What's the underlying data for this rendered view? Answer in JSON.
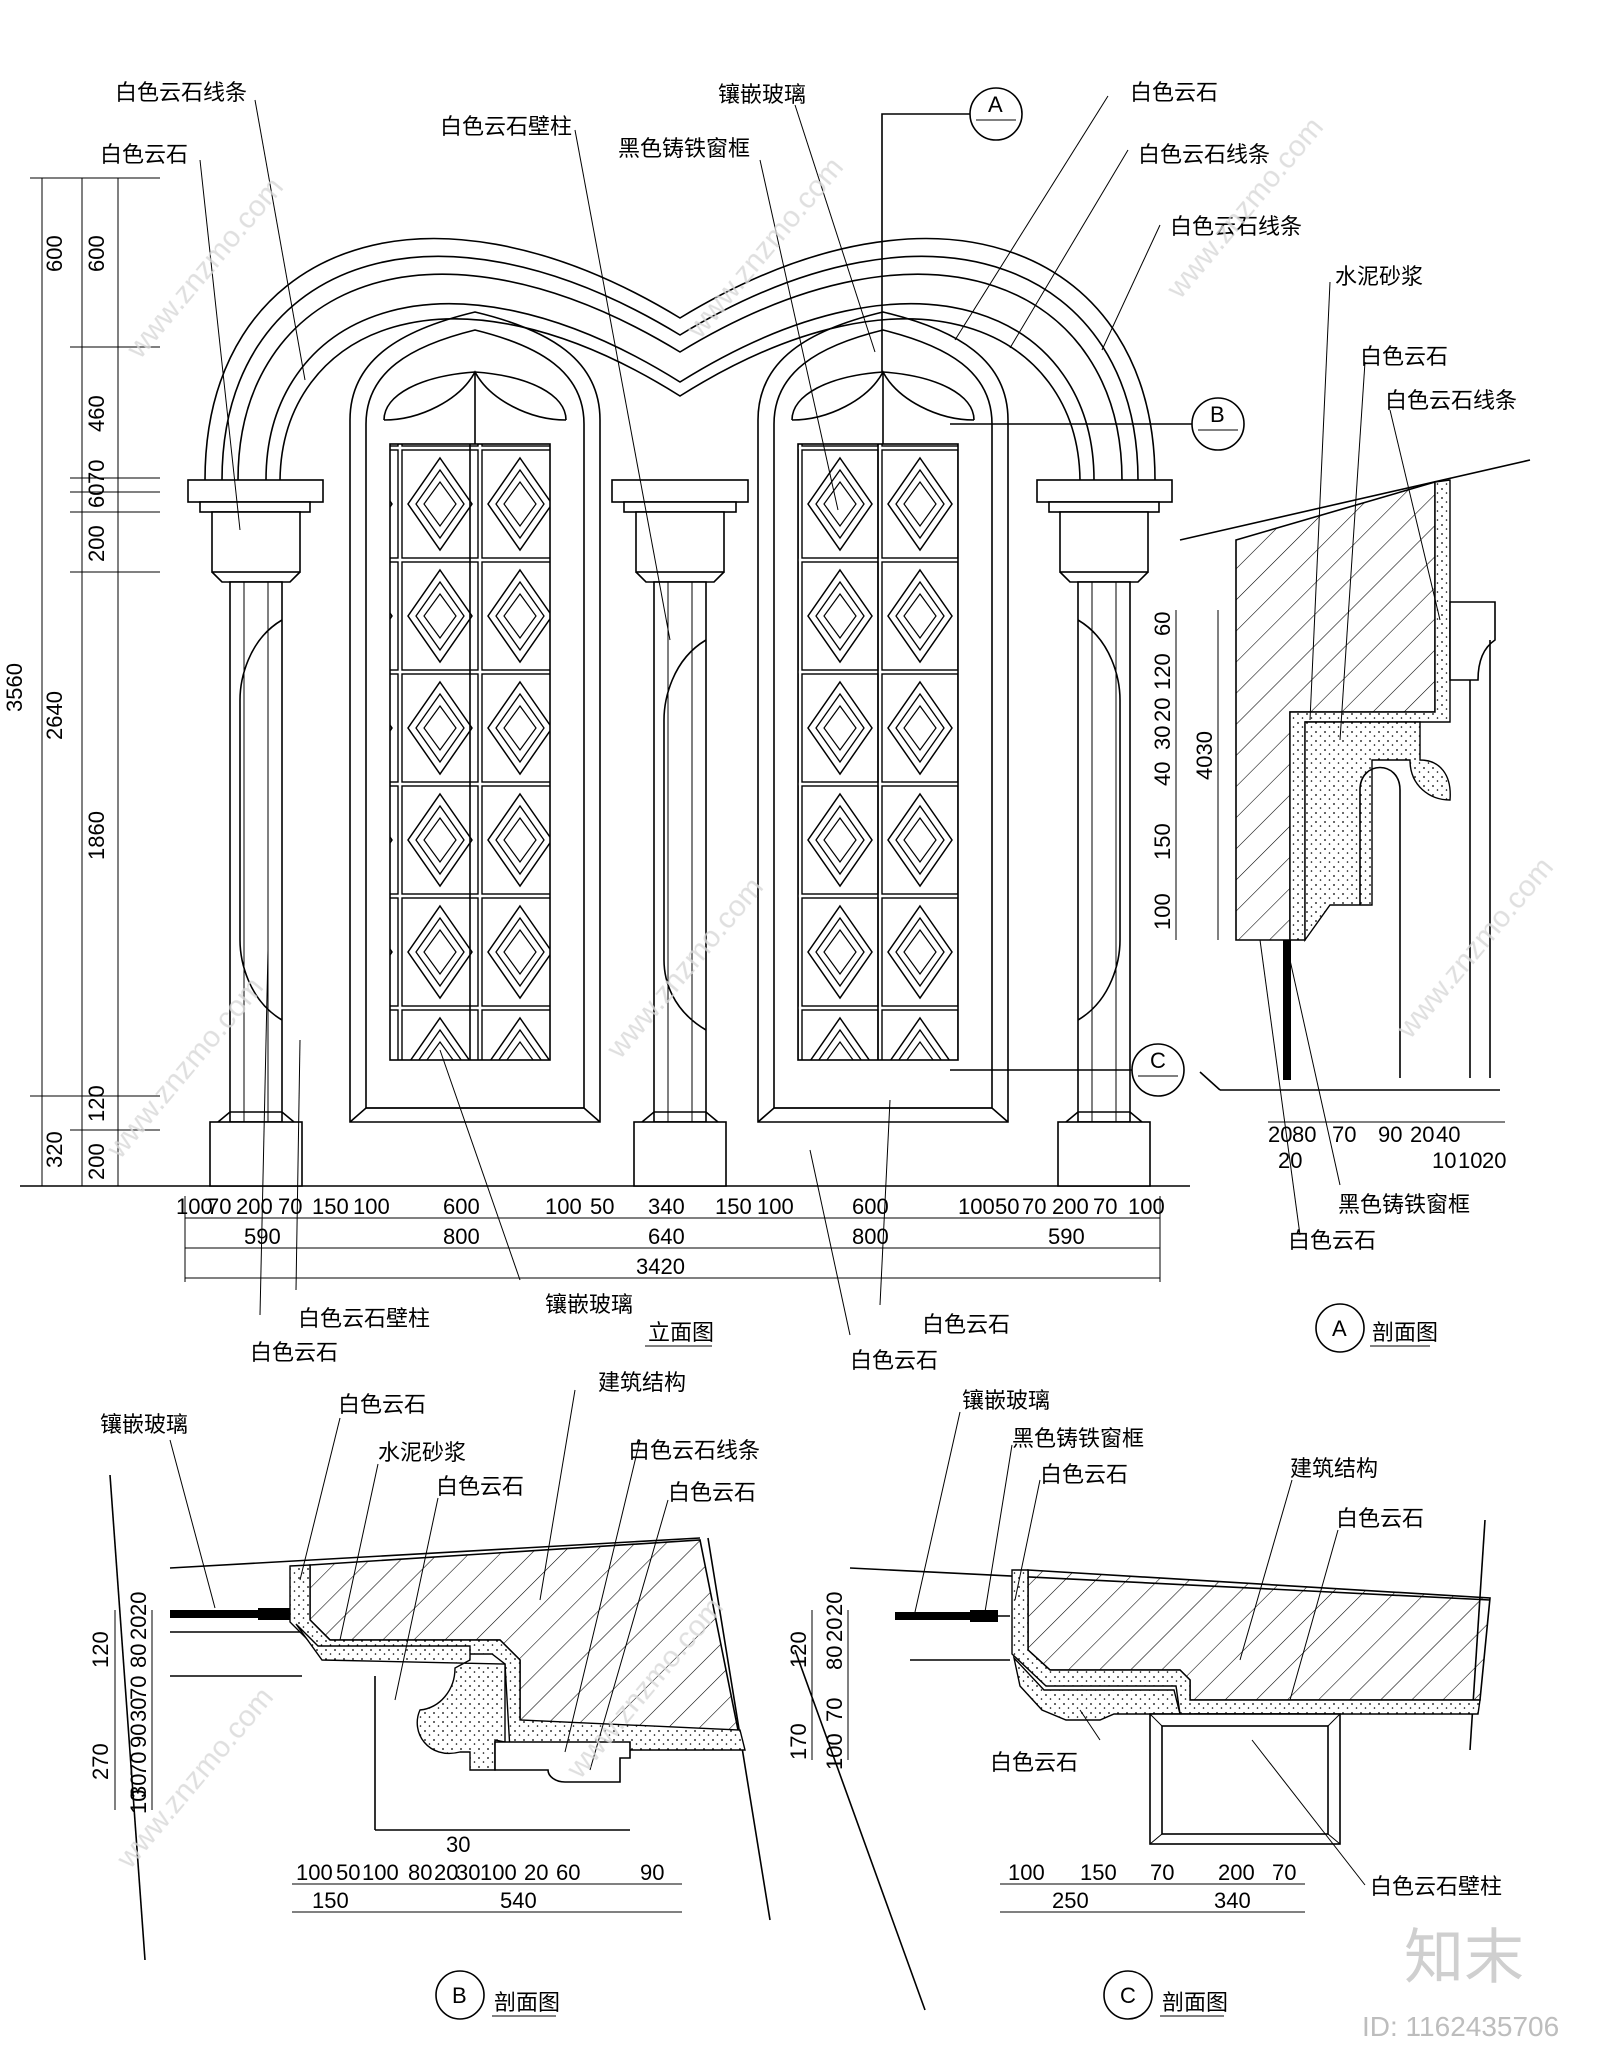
{
  "elevation": {
    "title": "立面图",
    "labels": {
      "white_stone_molding": "白色云石线条",
      "white_stone": "白色云石",
      "pilaster": "白色云石壁柱",
      "black_iron_frame": "黑色铸铁窗框",
      "inlaid_glass": "镶嵌玻璃",
      "white_stone_r": "白色云石",
      "molding_r1": "白色云石线条",
      "molding_r2": "白色云石线条",
      "bottom_pilaster": "白色云石壁柱",
      "bottom_stone": "白色云石",
      "bottom_glass": "镶嵌玻璃",
      "bottom_stone_mid": "白色云石",
      "bottom_stone_r": "白色云石"
    },
    "left_dims": [
      "600",
      "600",
      "460",
      "60",
      "70",
      "200",
      "3560",
      "2640",
      "1860",
      "320",
      "120",
      "200"
    ],
    "bottom_dims_row1": [
      "100",
      "70",
      "200",
      "70",
      "150",
      "100",
      "600",
      "100",
      "50",
      "340",
      "150",
      "100",
      "600",
      "100",
      "50",
      "70",
      "200",
      "70",
      "100"
    ],
    "bottom_dims_row2": [
      "590",
      "800",
      "640",
      "800",
      "590"
    ],
    "bottom_total": "3420",
    "markers": [
      "A",
      "B",
      "C"
    ]
  },
  "section_a": {
    "marker": "A",
    "title": "剖面图",
    "labels": {
      "mortar": "水泥砂浆",
      "stone": "白色云石",
      "molding": "白色云石线条",
      "iron_frame": "黑色铸铁窗框",
      "stone_bottom": "白色云石"
    },
    "vertical_dims": [
      "60",
      "120",
      "20",
      "30",
      "40",
      "150",
      "100",
      "4030"
    ],
    "bottom_dims": [
      "20",
      "80",
      "70",
      "90",
      "20",
      "40",
      "20",
      "10",
      "10",
      "20"
    ]
  },
  "section_b": {
    "marker": "B",
    "title": "剖面图",
    "labels": {
      "glass": "镶嵌玻璃",
      "stone_1": "白色云石",
      "mortar": "水泥砂浆",
      "stone_2": "白色云石",
      "structure": "建筑结构",
      "molding": "白色云石线条",
      "stone_3": "白色云石"
    },
    "vertical_dims": [
      "120",
      "270",
      "20",
      "20",
      "80",
      "70",
      "30",
      "90",
      "70",
      "30",
      "10"
    ],
    "bottom_dims": [
      "100",
      "50",
      "100",
      "80",
      "20",
      "30",
      "100",
      "20",
      "60",
      "90",
      "30"
    ],
    "bottom_dims_row2": [
      "150",
      "540"
    ]
  },
  "section_c": {
    "marker": "C",
    "title": "剖面图",
    "labels": {
      "glass": "镶嵌玻璃",
      "iron_frame": "黑色铸铁窗框",
      "stone_1": "白色云石",
      "structure": "建筑结构",
      "stone_2": "白色云石",
      "stone_3": "白色云石",
      "pilaster": "白色云石壁柱"
    },
    "vertical_dims": [
      "120",
      "170",
      "20",
      "20",
      "80",
      "70",
      "100"
    ],
    "bottom_dims": [
      "100",
      "150",
      "70",
      "200",
      "70"
    ],
    "bottom_dims_row2": [
      "250",
      "340"
    ]
  },
  "watermark": {
    "site": "www.znzmo.com",
    "logo_text": "知末",
    "id_text": "ID: 1162435706"
  }
}
